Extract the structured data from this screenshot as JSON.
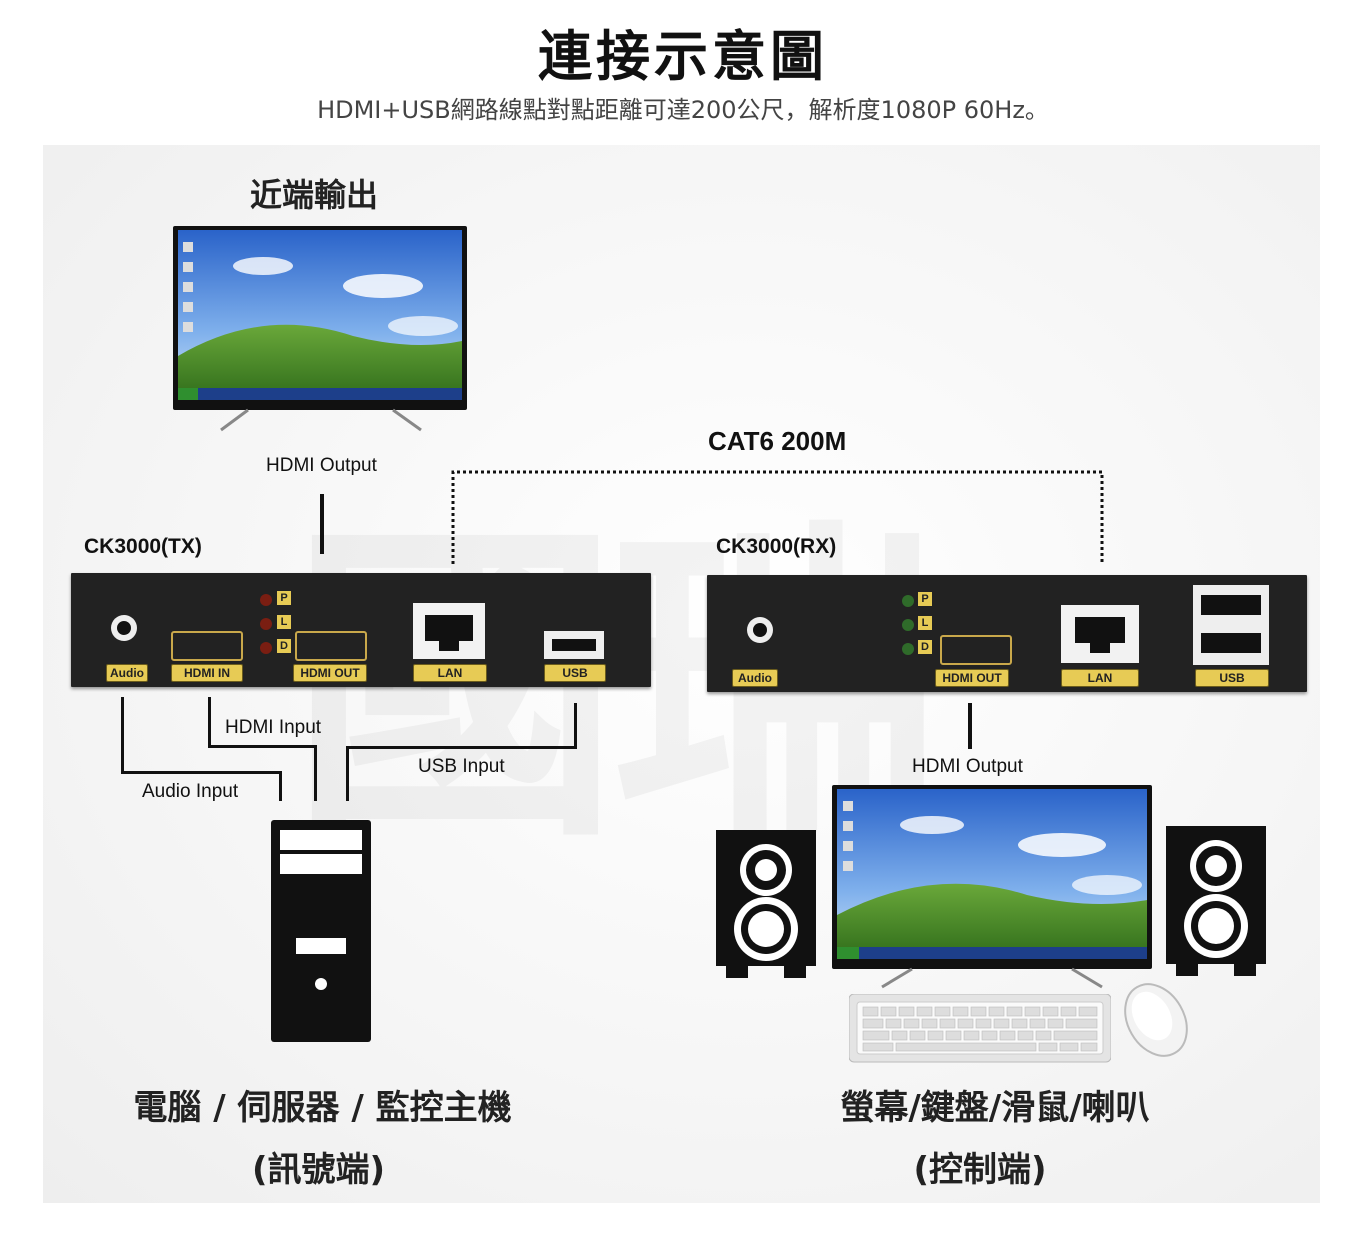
{
  "header": {
    "title": "連接示意圖",
    "subtitle": "HDMI+USB網路線點對點距離可達200公尺，解析度1080P 60Hz。"
  },
  "near_end": {
    "heading": "近端輸出"
  },
  "link": {
    "label": "CAT6 200M"
  },
  "tx": {
    "name": "CK3000(TX)",
    "ports": {
      "audio": "Audio",
      "hdmi_in": "HDMI IN",
      "hdmi_out": "HDMI OUT",
      "lan": "LAN",
      "usb": "USB"
    },
    "leds": [
      "P",
      "L",
      "D"
    ]
  },
  "rx": {
    "name": "CK3000(RX)",
    "ports": {
      "audio": "Audio",
      "hdmi_out": "HDMI OUT",
      "lan": "LAN",
      "usb": "USB"
    },
    "leds": [
      "P",
      "L",
      "D"
    ]
  },
  "connections": {
    "tx_hdmi_output": "HDMI Output",
    "hdmi_input": "HDMI Input",
    "usb_input": "USB Input",
    "audio_input": "Audio Input",
    "rx_hdmi_output": "HDMI Output"
  },
  "left_caption": {
    "line1": "電腦 / 伺服器 / 監控主機",
    "line2": "(訊號端)"
  },
  "right_caption": {
    "line1": "螢幕/鍵盤/滑鼠/喇叭",
    "line2": "(控制端)"
  },
  "colors": {
    "device_body": "#222222",
    "port_tag": "#e7cb55",
    "led_tx": "#7a1e12",
    "led_rx": "#2f6b2a",
    "wire": "#111111"
  }
}
